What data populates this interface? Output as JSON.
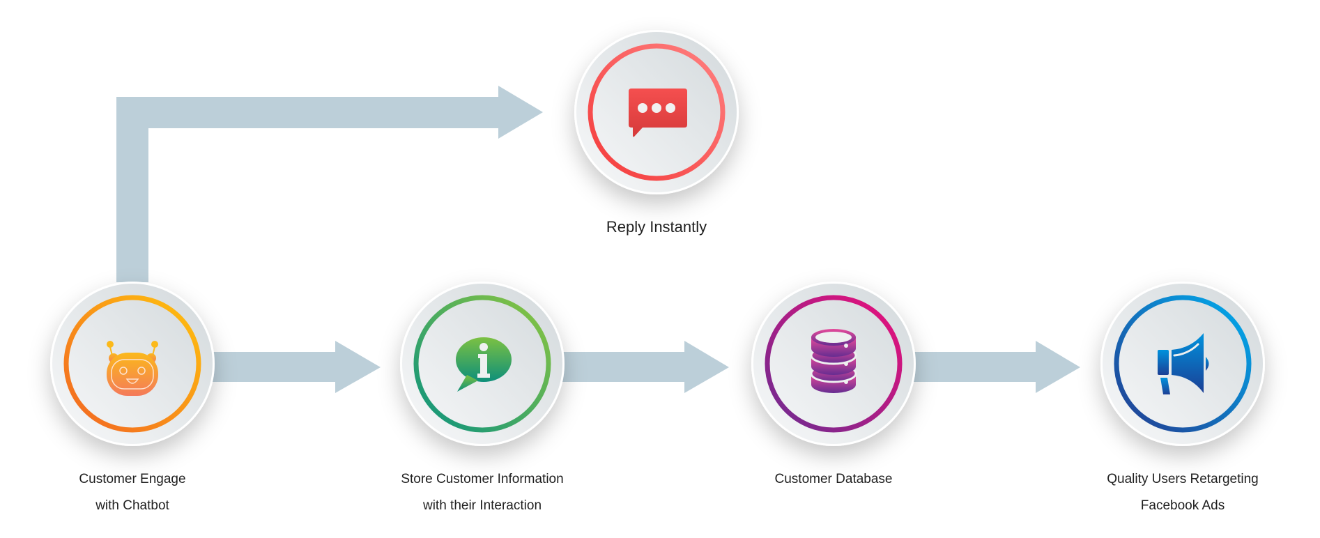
{
  "colors": {
    "arrow": "#bccfd9",
    "disc_light": "#f7f8f9",
    "disc_dark": "#d3d9dc",
    "text": "#1f1f1f"
  },
  "nodes": [
    {
      "id": "engage",
      "icon": "robot-icon",
      "label_lines": [
        "Customer Engage",
        "with Chatbot"
      ],
      "ring": [
        "#f26522",
        "#ffc20e"
      ],
      "icon_colors": [
        "#f47a5a",
        "#fbb91a"
      ]
    },
    {
      "id": "reply",
      "icon": "chat-bubble-icon",
      "label_lines": [
        "Reply Instantly"
      ],
      "ring": [
        "#f43b3b",
        "#ff8080"
      ],
      "icon_colors": [
        "#d63a3a",
        "#f54f4f"
      ]
    },
    {
      "id": "store",
      "icon": "info-bubble-icon",
      "label_lines": [
        "Store  Customer Information",
        "with their Interaction"
      ],
      "ring": [
        "#0a927f",
        "#8dc63f"
      ],
      "icon_colors": [
        "#0d8f7a",
        "#7cc142"
      ]
    },
    {
      "id": "database",
      "icon": "database-icon",
      "label_lines": [
        "Customer Database"
      ],
      "ring": [
        "#6a2c91",
        "#ec0f7a"
      ],
      "icon_colors": [
        "#662d91",
        "#e64a9a"
      ]
    },
    {
      "id": "retarget",
      "icon": "megaphone-icon",
      "label_lines": [
        "Quality Users Retargeting",
        "Facebook Ads"
      ],
      "ring": [
        "#233a8f",
        "#00aeef"
      ],
      "icon_colors": [
        "#1b3f95",
        "#0092dd"
      ]
    }
  ]
}
